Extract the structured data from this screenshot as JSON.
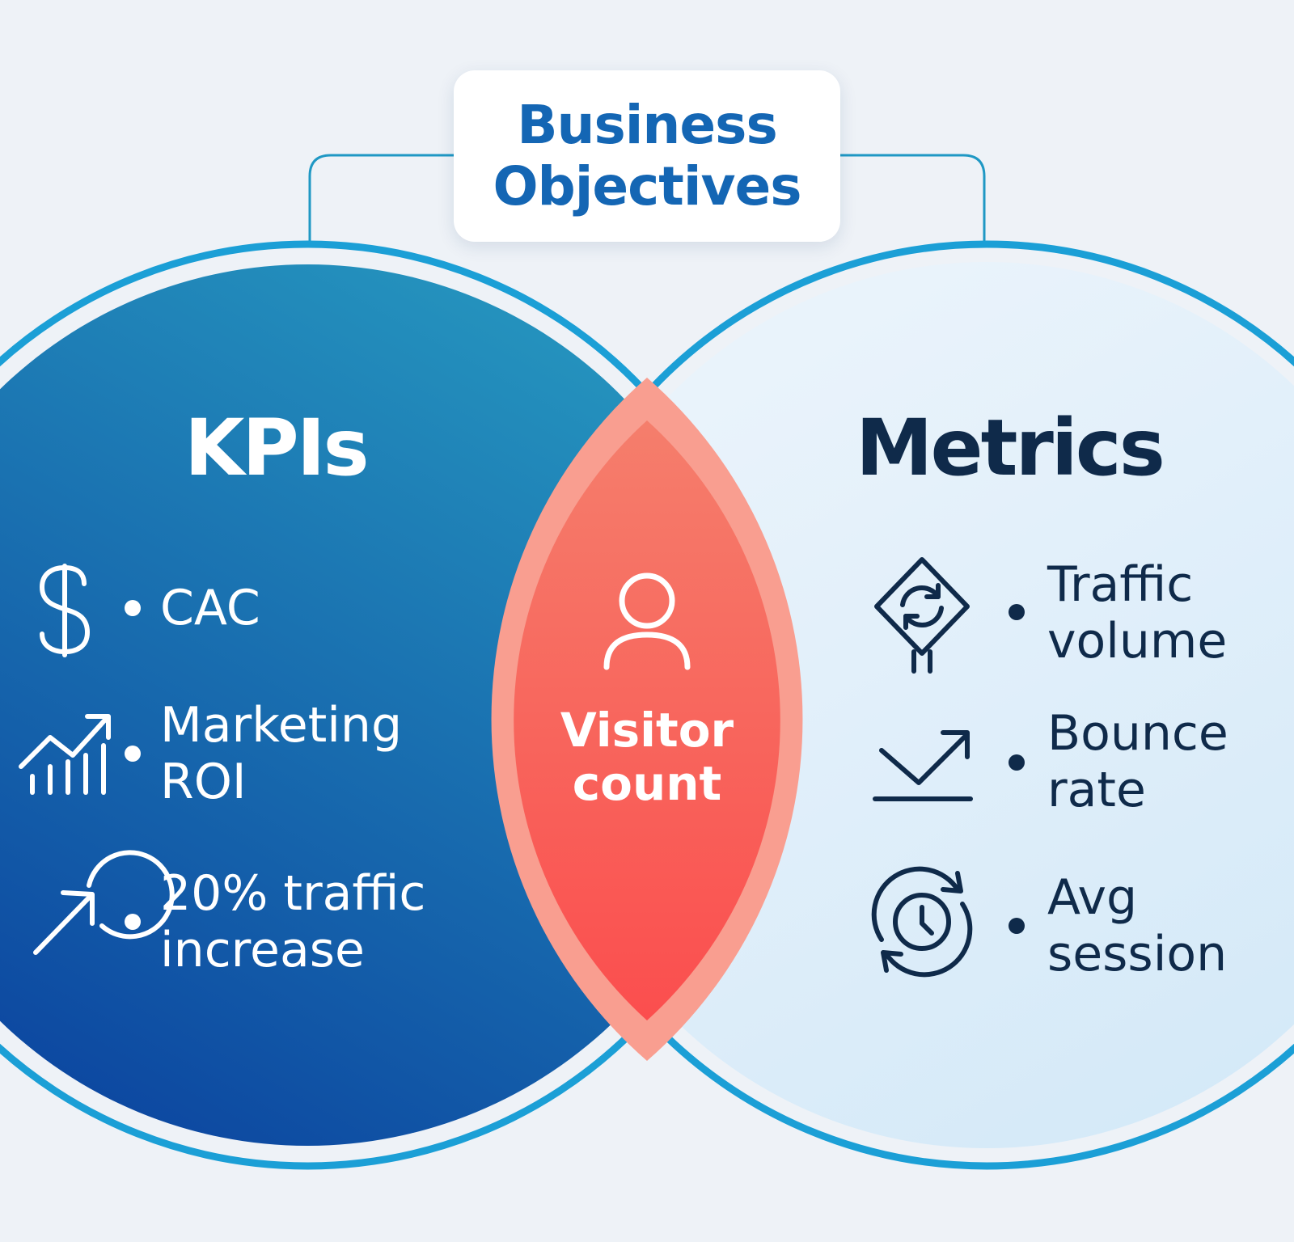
{
  "title": {
    "line1": "Business",
    "line2": "Objectives"
  },
  "left": {
    "heading": "KPIs",
    "items": [
      {
        "icon": "dollar-icon",
        "lines": [
          "CAC"
        ]
      },
      {
        "icon": "growth-chart-icon",
        "lines": [
          "Marketing",
          "ROI"
        ]
      },
      {
        "icon": "target-arrow-icon",
        "lines": [
          "20% traffic",
          "increase"
        ]
      }
    ]
  },
  "center": {
    "icon": "user-icon",
    "lines": [
      "Visitor",
      "count"
    ]
  },
  "right": {
    "heading": "Metrics",
    "items": [
      {
        "icon": "traffic-sign-icon",
        "lines": [
          "Traffic",
          "volume"
        ]
      },
      {
        "icon": "bounce-arrow-icon",
        "lines": [
          "Bounce",
          "rate"
        ]
      },
      {
        "icon": "clock-cycle-icon",
        "lines": [
          "Avg",
          "session"
        ]
      }
    ]
  },
  "colors": {
    "background": "#eef2f7",
    "title_text": "#1466b4",
    "ring": "#1b9fd6",
    "left_fill_top": "#2491bd",
    "left_fill_bottom": "#0c46a0",
    "right_fill": "#e1effa",
    "overlap": "#f95e58",
    "dark_text": "#0f2a4a"
  }
}
